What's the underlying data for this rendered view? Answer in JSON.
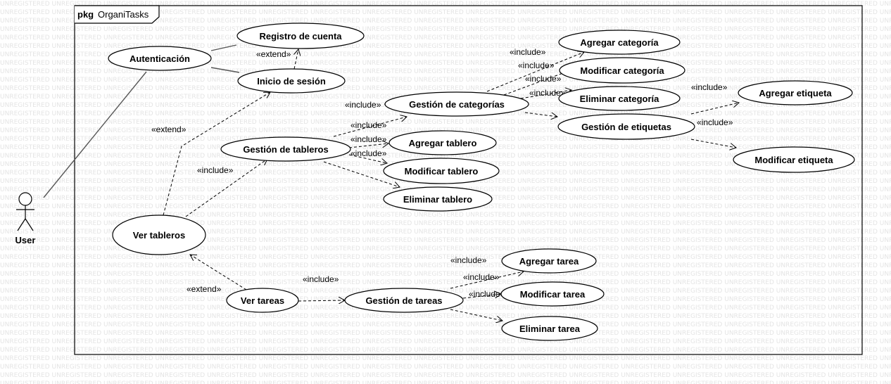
{
  "watermark_text": "UNREGISTERED",
  "package": {
    "keyword": "pkg",
    "name": "OrganiTasks"
  },
  "actor": {
    "name": "User"
  },
  "use_cases": {
    "autenticacion": "Autenticación",
    "registro": "Registro de cuenta",
    "inicio": "Inicio de sesión",
    "gestion_categorias": "Gestión de categorías",
    "agregar_categoria": "Agregar categoría",
    "modificar_categoria": "Modificar categoría",
    "eliminar_categoria": "Eliminar categoría",
    "gestion_etiquetas": "Gestión de etiquetas",
    "agregar_etiqueta": "Agregar etiqueta",
    "modificar_etiqueta": "Modificar etiqueta",
    "gestion_tableros": "Gestión de tableros",
    "agregar_tablero": "Agregar tablero",
    "modificar_tablero": "Modificar tablero",
    "eliminar_tablero": "Eliminar tablero",
    "ver_tableros": "Ver tableros",
    "ver_tareas": "Ver tareas",
    "gestion_tareas": "Gestión de tareas",
    "agregar_tarea": "Agregar tarea",
    "modificar_tarea": "Modificar tarea",
    "eliminar_tarea": "Eliminar tarea"
  },
  "stereotypes": {
    "include": "«include»",
    "extend": "«extend»"
  }
}
